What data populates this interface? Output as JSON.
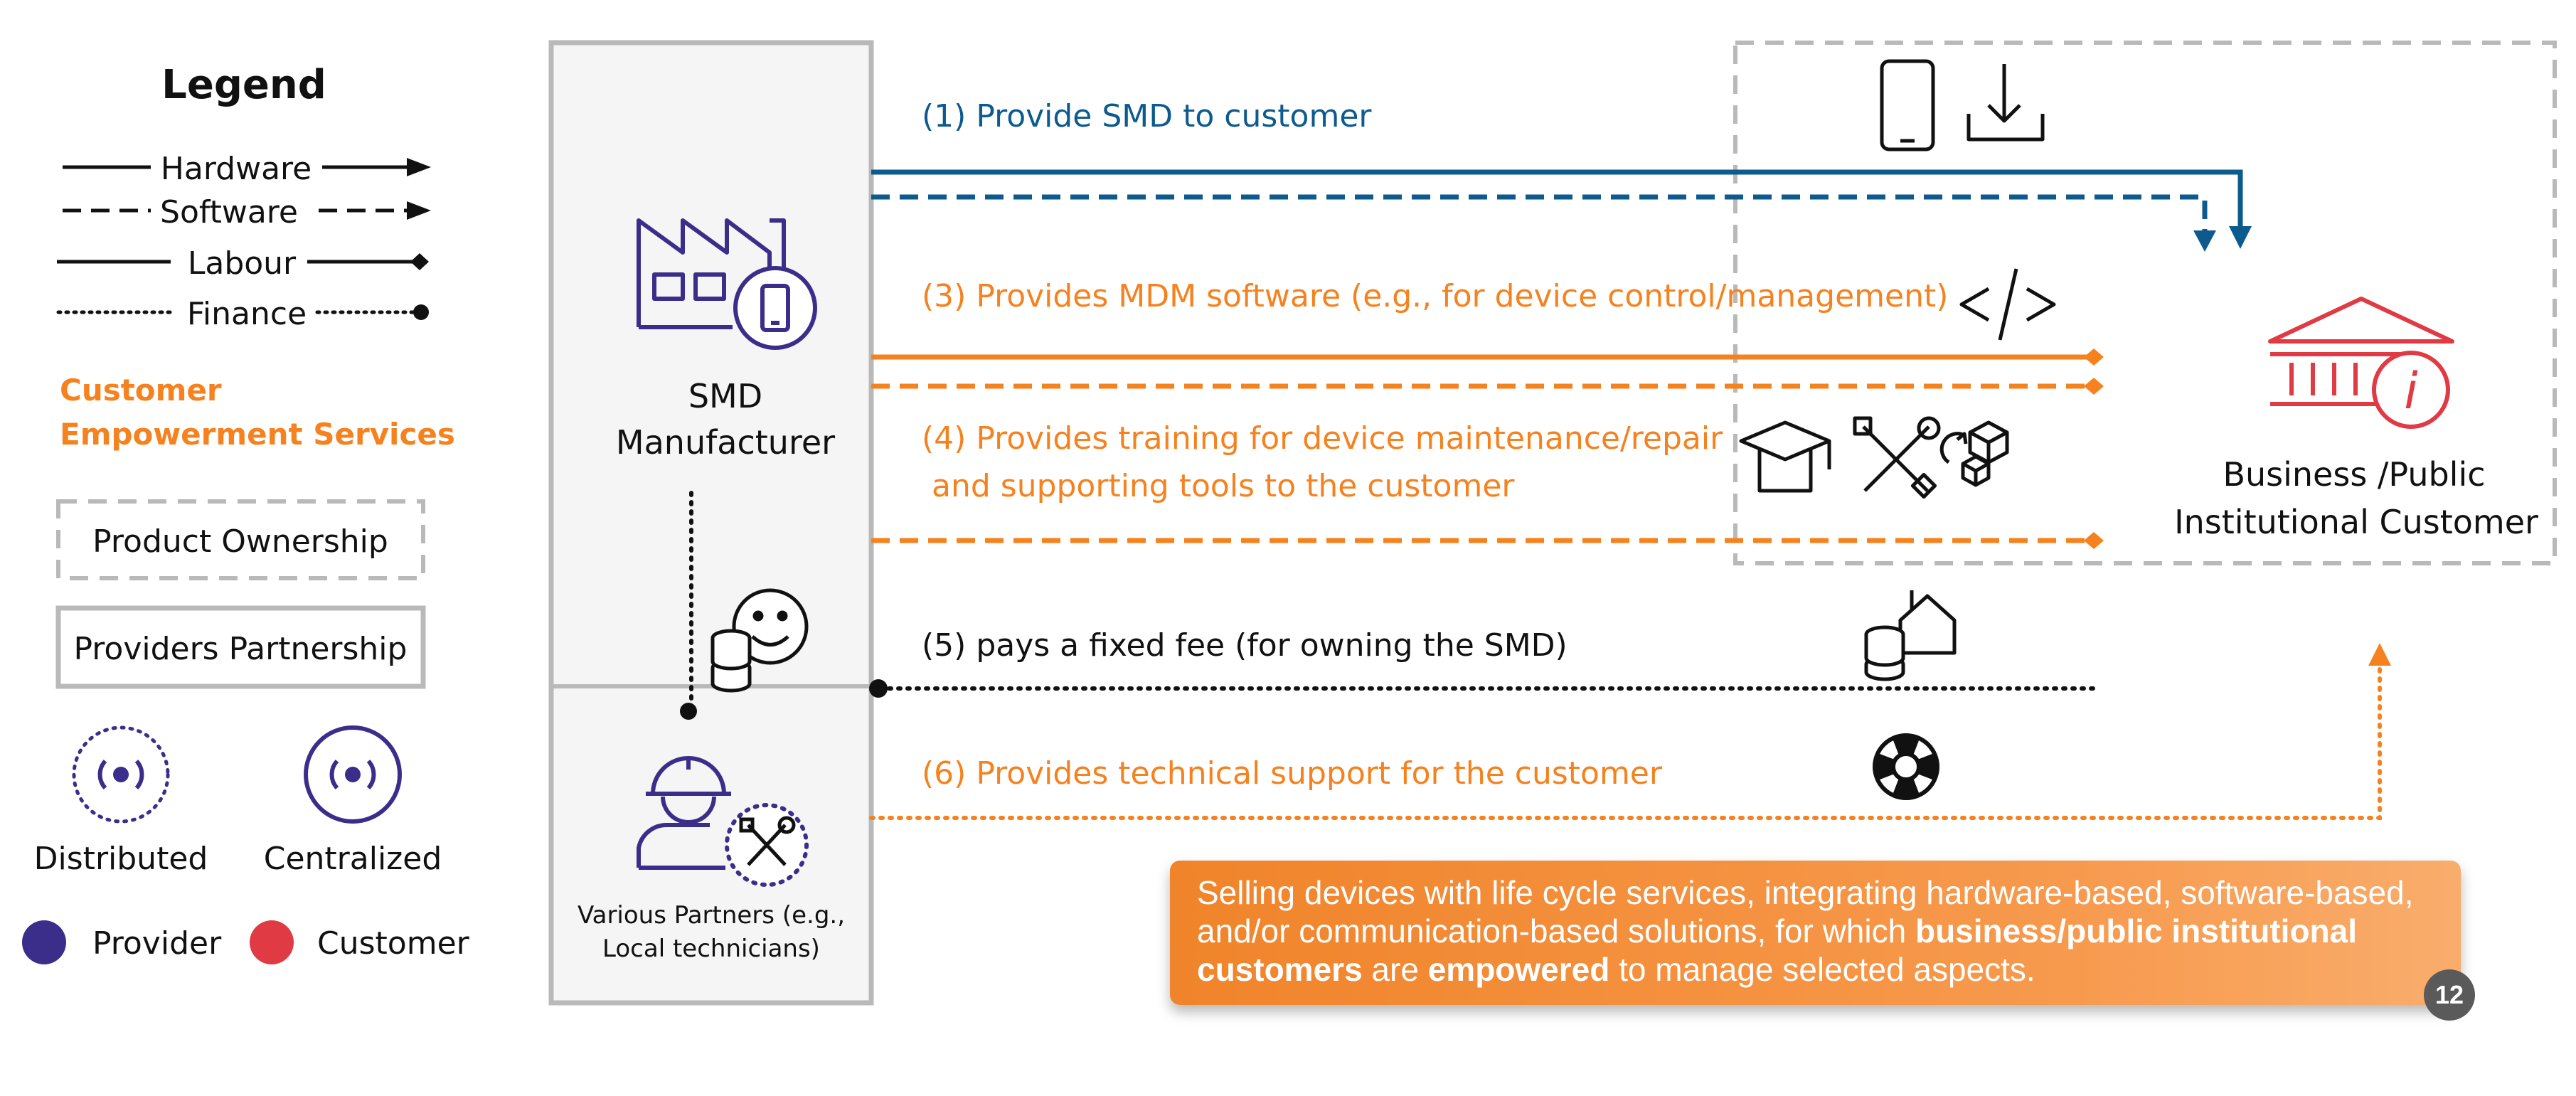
{
  "legend": {
    "title": "Legend",
    "lines": [
      "Hardware",
      "Software",
      "Labour",
      "Finance"
    ],
    "ces_title_1": "Customer",
    "ces_title_2": "Empowerment Services",
    "product_ownership": "Product Ownership",
    "providers_partnership": "Providers Partnership",
    "distributed": "Distributed",
    "centralized": "Centralized",
    "provider": "Provider",
    "customer": "Customer"
  },
  "actors": {
    "manufacturer_1": "SMD",
    "manufacturer_2": "Manufacturer",
    "partners_1": "Various Partners (e.g.,",
    "partners_2": "Local technicians)",
    "customer_1": "Business /Public",
    "customer_2": "Institutional Customer"
  },
  "flows": {
    "f1": "(1) Provide SMD to customer",
    "f3": "(3) Provides MDM software (e.g., for device control/management)",
    "f4a": "(4) Provides training for device maintenance/repair",
    "f4b": "and supporting tools to the customer",
    "f5": "(5) pays a fixed fee (for owning the SMD)",
    "f6": "(6) Provides technical support for the customer"
  },
  "icons": [
    "smartphone-icon",
    "download-icon",
    "code-icon",
    "graduation-cap-icon",
    "tools-icon",
    "boxes-icon",
    "coins-house-icon",
    "lifebuoy-icon",
    "factory-icon",
    "worker-icon",
    "bank-icon",
    "coins-smile-icon"
  ],
  "callout": {
    "t1": "Selling devices with life cycle services, integrating hardware-based, software-based, and/or communication-based solutions, for which ",
    "b1": "business/public institutional customers",
    "t2": " are ",
    "b2": "empowered",
    "t3": " to manage selected aspects."
  },
  "page_number": "12",
  "colors": {
    "blue": "#0d5b8e",
    "orange": "#f5821f",
    "purple": "#3b2d8a",
    "red": "#e03a44",
    "grey": "#b9b9b9",
    "dark": "#111111"
  }
}
